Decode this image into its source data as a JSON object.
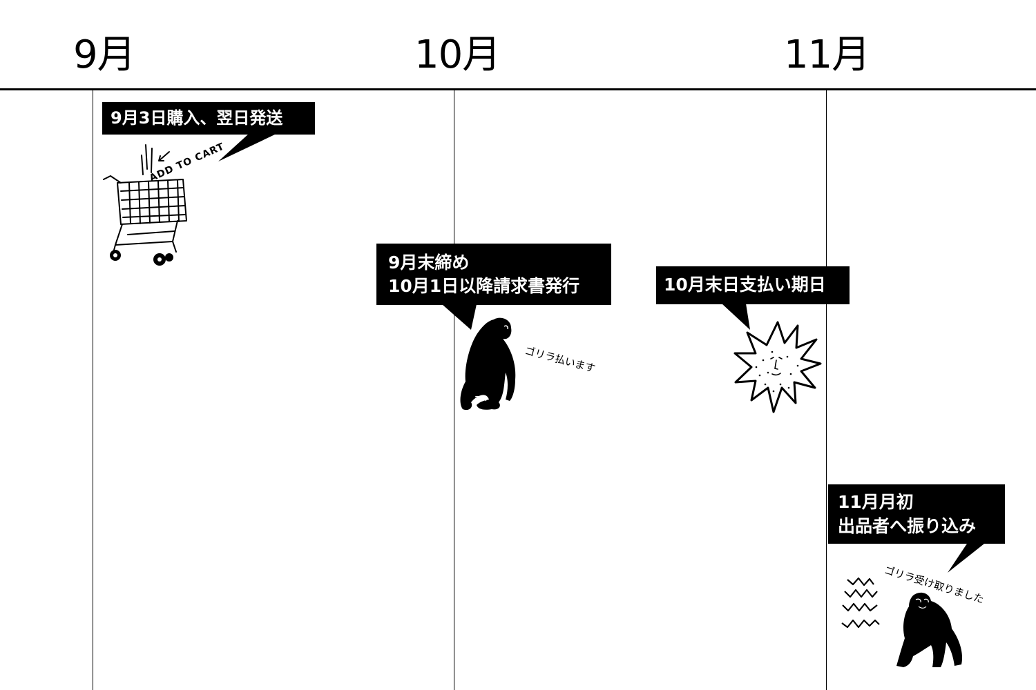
{
  "timeline": {
    "months": [
      "9月",
      "10月",
      "11月"
    ]
  },
  "events": [
    {
      "lines": [
        "9月3日購入、翌日発送"
      ],
      "illustration": "shopping-cart",
      "art_text": "ADD TO CART"
    },
    {
      "lines": [
        "9月末締め",
        "10月1日以降請求書発行"
      ],
      "illustration": "gorilla-walking",
      "art_text": "ゴリラ払います"
    },
    {
      "lines": [
        "10月末日支払い期日"
      ],
      "illustration": "spiky-sun-face",
      "art_text": ""
    },
    {
      "lines": [
        "11月月初",
        "出品者へ振り込み"
      ],
      "illustration": "gorilla-sitting",
      "art_text": "ゴリラ受け取りました"
    }
  ]
}
